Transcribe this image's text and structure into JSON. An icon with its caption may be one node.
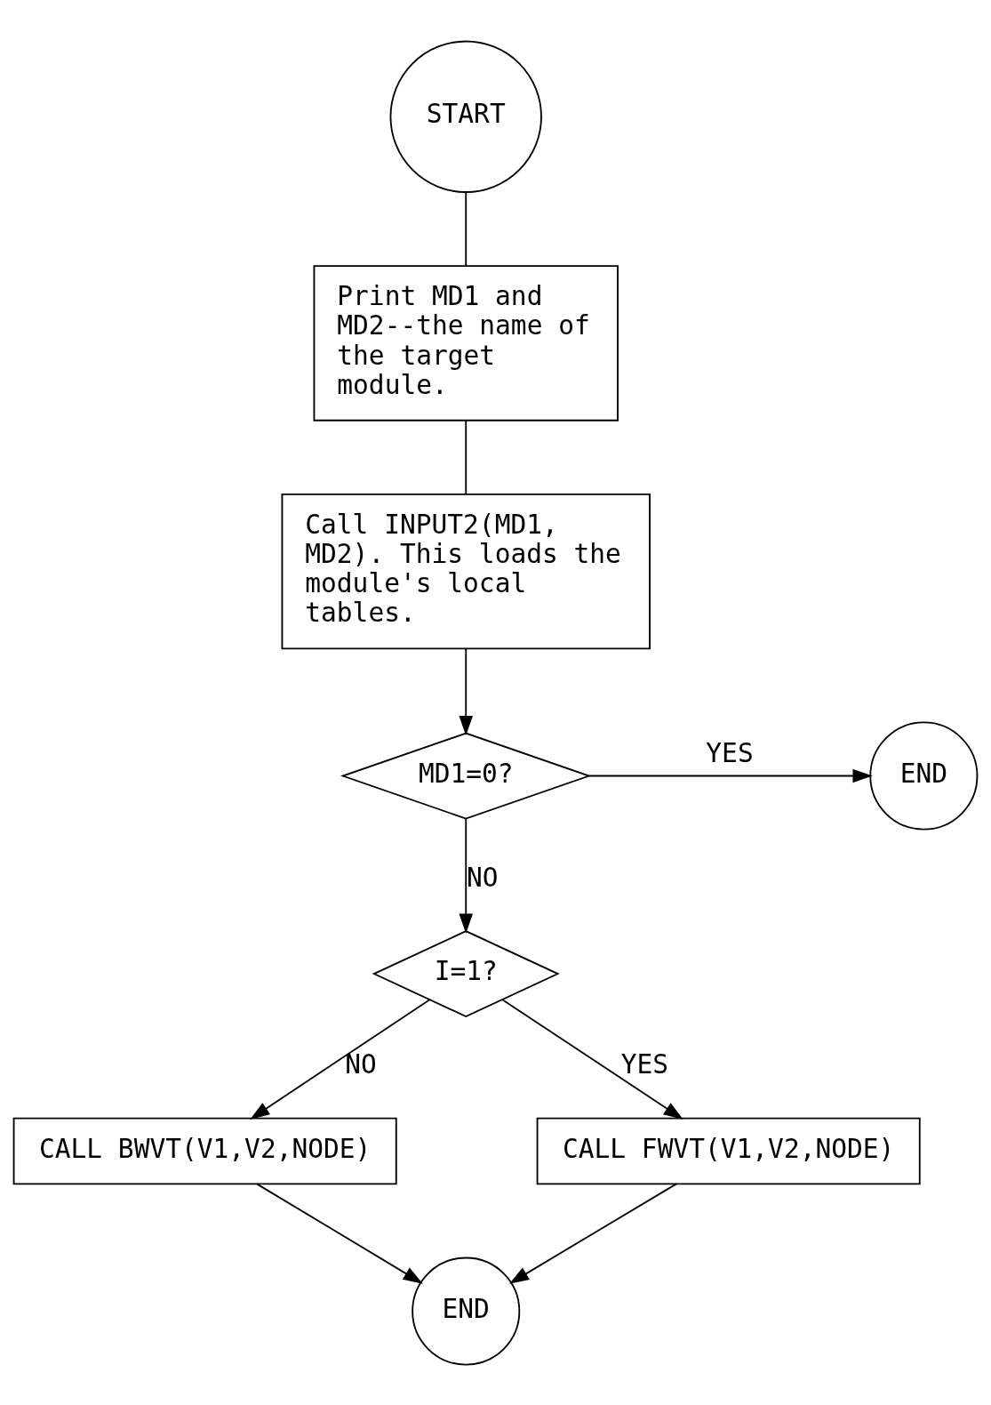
{
  "diagram": {
    "nodes": [
      {
        "text": [
          "START"
        ]
      },
      {
        "text": [
          "Print MD1 and MD2--the name of the target module."
        ]
      },
      {
        "text": [
          "Call INPUT2(MD1, MD2). This loads the module's local tables."
        ]
      },
      {
        "text": [
          "MD1=0?"
        ]
      },
      {
        "text": [
          "END"
        ]
      },
      {
        "text": [
          "I=1?"
        ]
      },
      {
        "text": [
          "CALL BWVT(V1,V2,NODE)"
        ]
      },
      {
        "text": [
          "CALL FWVT(V1,V2,NODE)"
        ]
      },
      {
        "text": [
          "END"
        ]
      }
    ],
    "edges": [
      {
        "from": 0,
        "to": 1,
        "arrow": "none"
      },
      {
        "from": 1,
        "to": 2,
        "arrow": "none"
      },
      {
        "from": 2,
        "to": 3,
        "arrow": "to"
      },
      {
        "from": 3,
        "to": 4,
        "label": "YES",
        "arrow": "to"
      },
      {
        "from": 3,
        "to": 5,
        "label": "NO",
        "arrow": "to"
      },
      {
        "from": 5,
        "to": 6,
        "label": "NO",
        "arrow": "to"
      },
      {
        "from": 5,
        "to": 7,
        "label": "YES",
        "arrow": "to"
      },
      {
        "from": 6,
        "to": 8,
        "arrow": "to"
      },
      {
        "from": 7,
        "to": 8,
        "arrow": "to"
      }
    ]
  }
}
